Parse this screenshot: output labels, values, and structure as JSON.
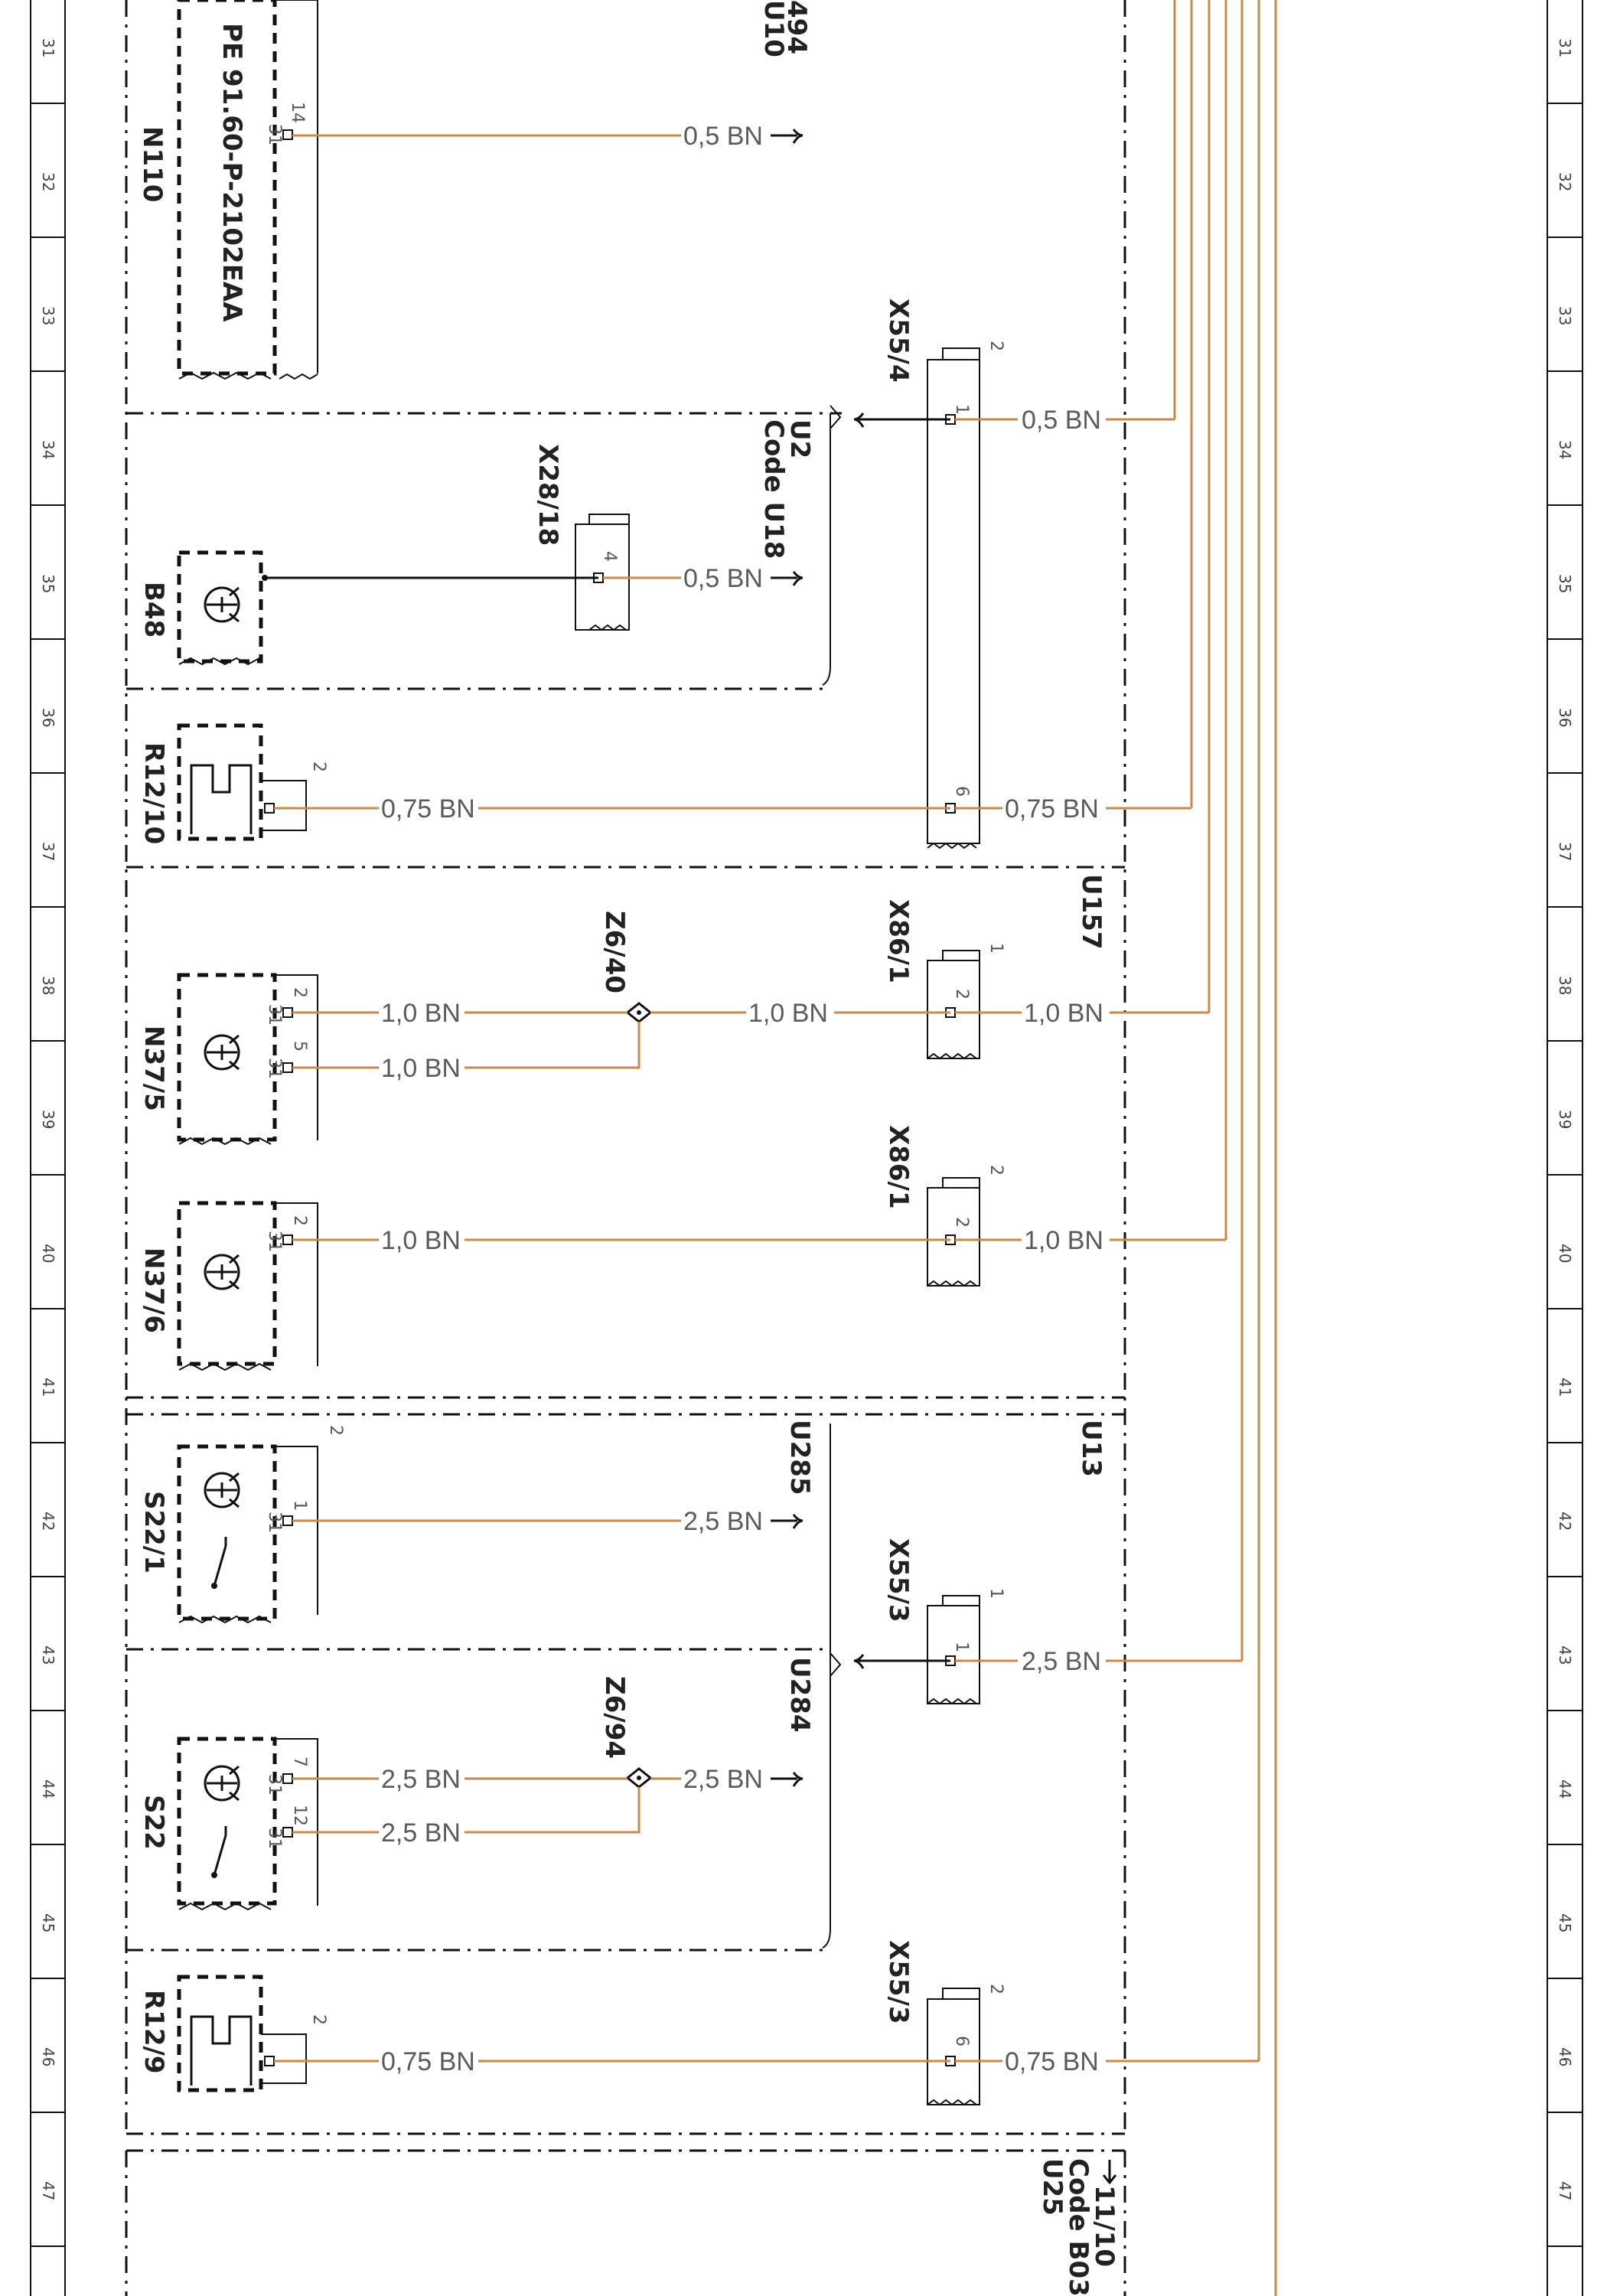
{
  "ruler": {
    "left_numbers": [
      "31",
      "32",
      "33",
      "34",
      "35",
      "36",
      "37",
      "38",
      "39",
      "40",
      "41",
      "42",
      "43",
      "44",
      "45",
      "46",
      "47"
    ],
    "right_numbers": [
      "31",
      "32",
      "33",
      "34",
      "35",
      "36",
      "37",
      "38",
      "39",
      "40",
      "41",
      "42",
      "43",
      "44",
      "45",
      "46",
      "47"
    ]
  },
  "components": {
    "n110": "N110",
    "n110_doc": "PE 91.60-P-2102EAA",
    "b48": "B48",
    "r12_10": "R12/10",
    "n37_5": "N37/5",
    "n37_6": "N37/6",
    "s22_1": "S22/1",
    "s22": "S22",
    "r12_9": "R12/9"
  },
  "connectors": {
    "x55_4": "X55/4",
    "x28_18": "X28/18",
    "z6_40": "Z6/40",
    "x86_1a": "X86/1",
    "x86_1b": "X86/1",
    "x55_3a": "X55/3",
    "z6_94": "Z6/94",
    "x55_3b": "X55/3"
  },
  "areas": {
    "top_code_part": "494",
    "top_u10": "U10",
    "u2": "U2",
    "code_u18": "Code U18",
    "u157": "U157",
    "u285": "U285",
    "u13": "U13",
    "u284": "U284",
    "ref_11_10": "11/10",
    "code_b03": "Code B03",
    "u25": "U25"
  },
  "wires": {
    "w1": "0,5 BN",
    "w2": "0,5 BN",
    "w3": "0,5 BN",
    "w4a": "0,75 BN",
    "w4b": "0,75 BN",
    "w5a": "1,0 BN",
    "w5b": "1,0 BN",
    "w5c": "1,0 BN",
    "w6": "1,0 BN",
    "w7a": "1,0 BN",
    "w7b": "1,0 BN",
    "w8": "2,5 BN",
    "w9": "2,5 BN",
    "w10a": "2,5 BN",
    "w10b": "2,5 BN",
    "w11": "2,5 BN",
    "w12a": "0,75 BN",
    "w12b": "0,75 BN"
  },
  "pins": {
    "n110_pin": "14",
    "n110_gnd": "31",
    "x55_4_top": "2",
    "x55_4_pin1": "1",
    "x55_4_pin6": "6",
    "x28_18_pin": "4",
    "r12_10_pin": "2",
    "n37_5_p2": "2",
    "n37_5_p5": "5",
    "n37_5_g1": "31",
    "n37_5_g2": "31",
    "x86_1a_top": "1",
    "x86_1a_pin": "2",
    "n37_6_p": "2",
    "n37_6_g": "31",
    "x86_1b_top": "2",
    "x86_1b_pin": "2",
    "s22_1_top": "2",
    "s22_1_p": "1",
    "s22_1_g": "31",
    "x55_3a_top": "1",
    "x55_3a_pin": "1",
    "s22_p7": "7",
    "s22_p12": "12",
    "s22_g1": "31",
    "s22_g2": "31",
    "r12_9_pin": "2",
    "x55_3b_top": "2",
    "x55_3b_pin": "6"
  },
  "colors": {
    "wire_bn": "#c8894a",
    "line": "#111111"
  }
}
